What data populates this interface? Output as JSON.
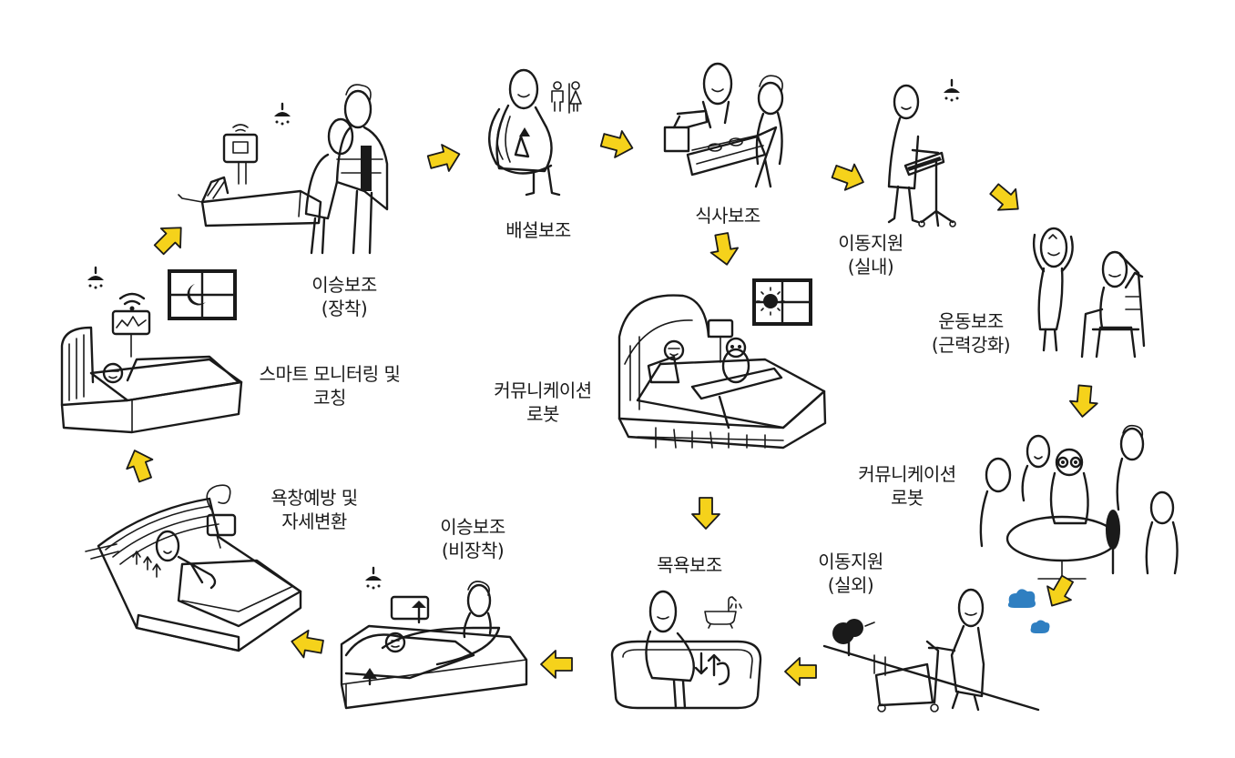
{
  "colors": {
    "arrow": "#f5d21b",
    "arrow_outline": "#1a1a1a",
    "cloud": "#2f7fc1",
    "ink": "#1a1a1a"
  },
  "scenes": {
    "monitoring": {
      "line1": "스마트 모니터링 및",
      "line2": "코칭"
    },
    "transfer_worn": {
      "line1": "이승보조",
      "line2": "(장착)"
    },
    "toileting": {
      "line1": "배설보조"
    },
    "meal": {
      "line1": "식사보조"
    },
    "mobility_indoor": {
      "line1": "이동지원",
      "line2": "(실내)"
    },
    "exercise": {
      "line1": "운동보조",
      "line2": "(근력강화)"
    },
    "communication_center": {
      "line1": "커뮤니케이션",
      "line2": "로봇"
    },
    "communication_right": {
      "line1": "커뮤니케이션",
      "line2": "로봇"
    },
    "mobility_outdoor": {
      "line1": "이동지원",
      "line2": "(실외)"
    },
    "bathing": {
      "line1": "목욕보조"
    },
    "transfer_nonworn": {
      "line1": "이승보조",
      "line2": "(비장착)"
    },
    "pressure_ulcer": {
      "line1": "욕창예방 및",
      "line2": "자세변환"
    }
  },
  "icons": [
    "ceiling-lamp-icon",
    "wifi-icon",
    "window-moon-icon",
    "window-sun-icon",
    "toilet-sign-icon",
    "bathtub-icon",
    "cloud-icon",
    "flow-arrow-icon"
  ]
}
